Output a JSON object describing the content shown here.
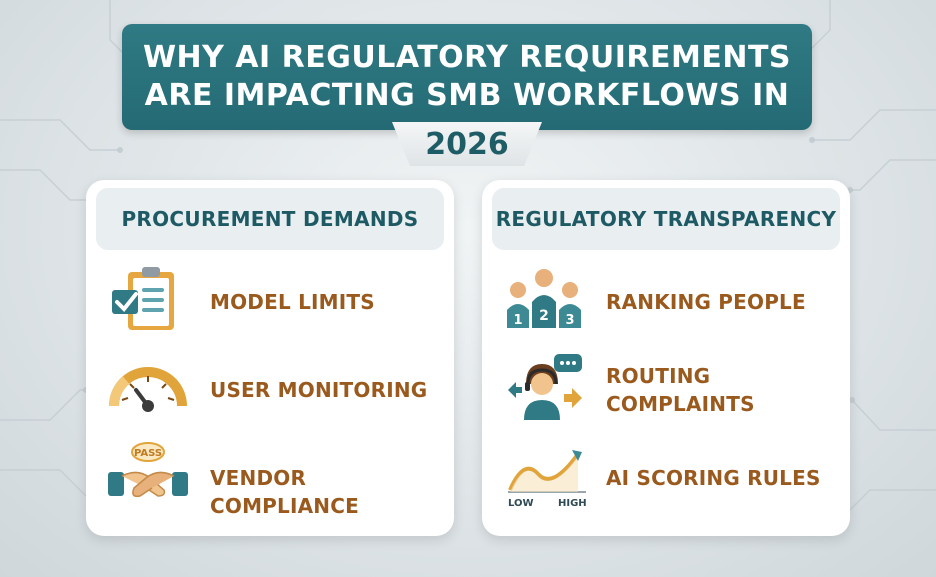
{
  "title": {
    "line1": "WHY AI REGULATORY REQUIREMENTS",
    "line2": "ARE IMPACTING SMB WORKFLOWS IN",
    "year": "2026"
  },
  "left_card": {
    "header": "PROCUREMENT DEMANDS",
    "items": [
      {
        "label": "MODEL LIMITS",
        "icon": "clipboard-checklist-icon"
      },
      {
        "label": "USER MONITORING",
        "icon": "gauge-icon"
      },
      {
        "label": "VENDOR COMPLIANCE",
        "icon": "handshake-pass-icon"
      }
    ]
  },
  "right_card": {
    "header": "REGULATORY TRANSPARENCY",
    "items": [
      {
        "label": "RANKING PEOPLE",
        "icon": "ranked-people-icon",
        "ranks": [
          "1",
          "2",
          "3"
        ]
      },
      {
        "label_line1": "ROUTING",
        "label_line2": "COMPLAINTS",
        "icon": "support-agent-icon"
      },
      {
        "label": "AI SCORING RULES",
        "icon": "scoring-curve-icon",
        "axis_low": "LOW",
        "axis_high": "HIGH"
      }
    ]
  },
  "colors": {
    "banner": "#2f7a84",
    "header_text": "#1e5a64",
    "item_text": "#9a5a1e",
    "accent_gold": "#e0a43a"
  }
}
